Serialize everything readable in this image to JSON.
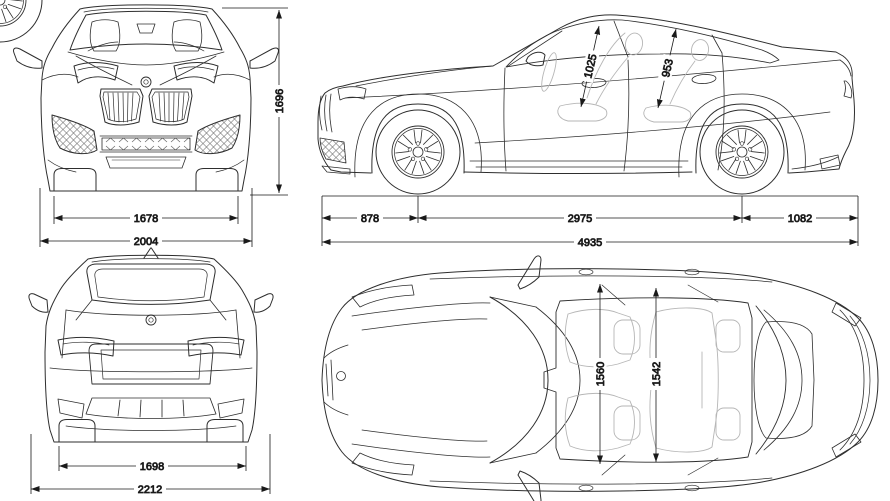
{
  "colors": {
    "outline": "#2e2e2e",
    "detail": "#555555",
    "interior_gray": "#b6b6b6",
    "dimension_line": "#1a1a1a",
    "label_text": "#111111",
    "background": "#ffffff"
  },
  "views": {
    "front": {
      "dims": {
        "overall_height": "1696",
        "track_width": "1678",
        "body_width": "2004"
      }
    },
    "side": {
      "dims": {
        "front_headroom": "1025",
        "rear_headroom": "953",
        "front_overhang": "878",
        "wheelbase": "2975",
        "rear_overhang": "1082",
        "overall_length": "4935"
      }
    },
    "rear": {
      "dims": {
        "track_width": "1698",
        "width_incl_mirrors": "2212"
      }
    },
    "top": {
      "dims": {
        "front_interior_width": "1560",
        "rear_interior_width": "1542"
      }
    }
  }
}
